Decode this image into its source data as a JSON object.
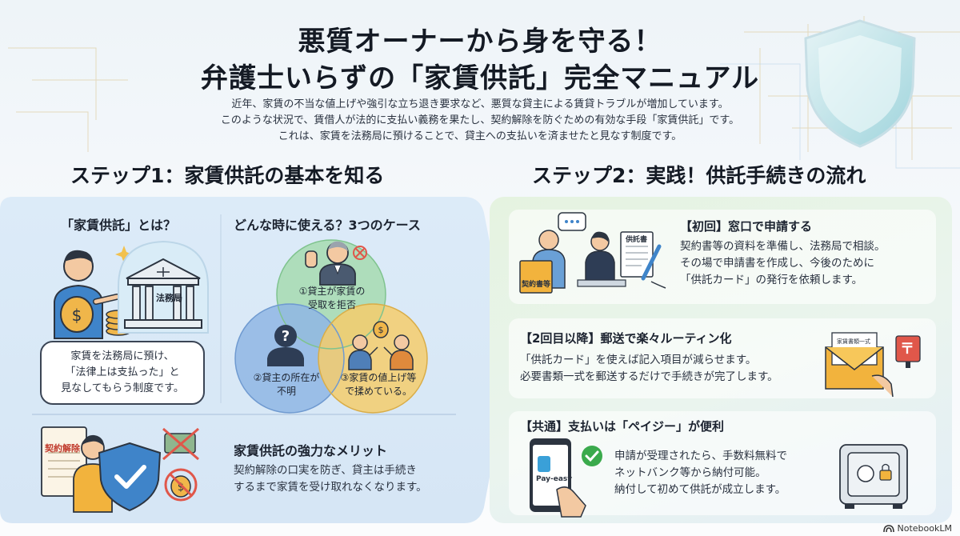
{
  "header": {
    "title_line1": "悪質オーナーから身を守る！",
    "title_line2": "弁護士いらずの「家賃供託」完全マニュアル",
    "intro": [
      "近年、家賃の不当な値上げや強引な立ち退き要求など、悪質な貸主による賃貸トラブルが増加しています。",
      "このような状況で、賃借人が法的に支払い義務を果たし、契約解除を防ぐための有効な手段「家賃供託」です。",
      "これは、家賃を法務局に預けることで、貸主への支払いを済ませたと見なす制度です。"
    ]
  },
  "step1": {
    "heading": "ステップ1：家賃供託の基本を知る",
    "what": {
      "title": "「家賃供託」とは？",
      "building_label": "法務局",
      "bubble": [
        "家賃を法務局に預け、",
        "「法律上は支払った」と",
        "見なしてもらう制度です。"
      ]
    },
    "cases": {
      "title": "どんな時に使える？3つのケース",
      "case1": [
        "①貸主が家賃の",
        "受取を拒否"
      ],
      "case2": [
        "②貸主の所在が",
        "不明"
      ],
      "case3": [
        "③家賃の値上げ等",
        "で揉めている。"
      ]
    },
    "merit": {
      "doc_label": "契約解除",
      "title": "家賃供託の強力なメリット",
      "body": [
        "契約解除の口実を防ぎ、貸主は手続き",
        "するまで家賃を受け取れなくなります。"
      ]
    }
  },
  "step2": {
    "heading": "ステップ2：実践！供託手続きの流れ",
    "first": {
      "title": "【初回】窓口で申請する",
      "body": [
        "契約書等の資料を準備し、法務局で相談。",
        "その場で申請書を作成し、今後のために",
        "「供託カード」の発行を依頼します。"
      ],
      "folder_label": "契約書等",
      "form_label": "供託書"
    },
    "second": {
      "title": "【2回目以降】郵送で楽々ルーティン化",
      "body": [
        "「供託カード」を使えば記入項目が減らせます。",
        "必要書類一式を郵送するだけで手続きが完了します。"
      ],
      "envelope_label": "家賃書類一式",
      "post_mark": "〒"
    },
    "common": {
      "title": "【共通】支払いは「ペイジー」が便利",
      "body": [
        "申請が受理されたら、手数料無料で",
        "ネットバンク等から納付可能。",
        "納付して初めて供託が成立します。"
      ],
      "phone_label": "Pay-easy"
    }
  },
  "footer": {
    "brand": "NotebookLM"
  },
  "colors": {
    "step1_panel": "#dcebf8",
    "step2_panel": "#e5f3e0",
    "accent_blue": "#2f7fd1",
    "accent_green": "#3aaa4c"
  }
}
